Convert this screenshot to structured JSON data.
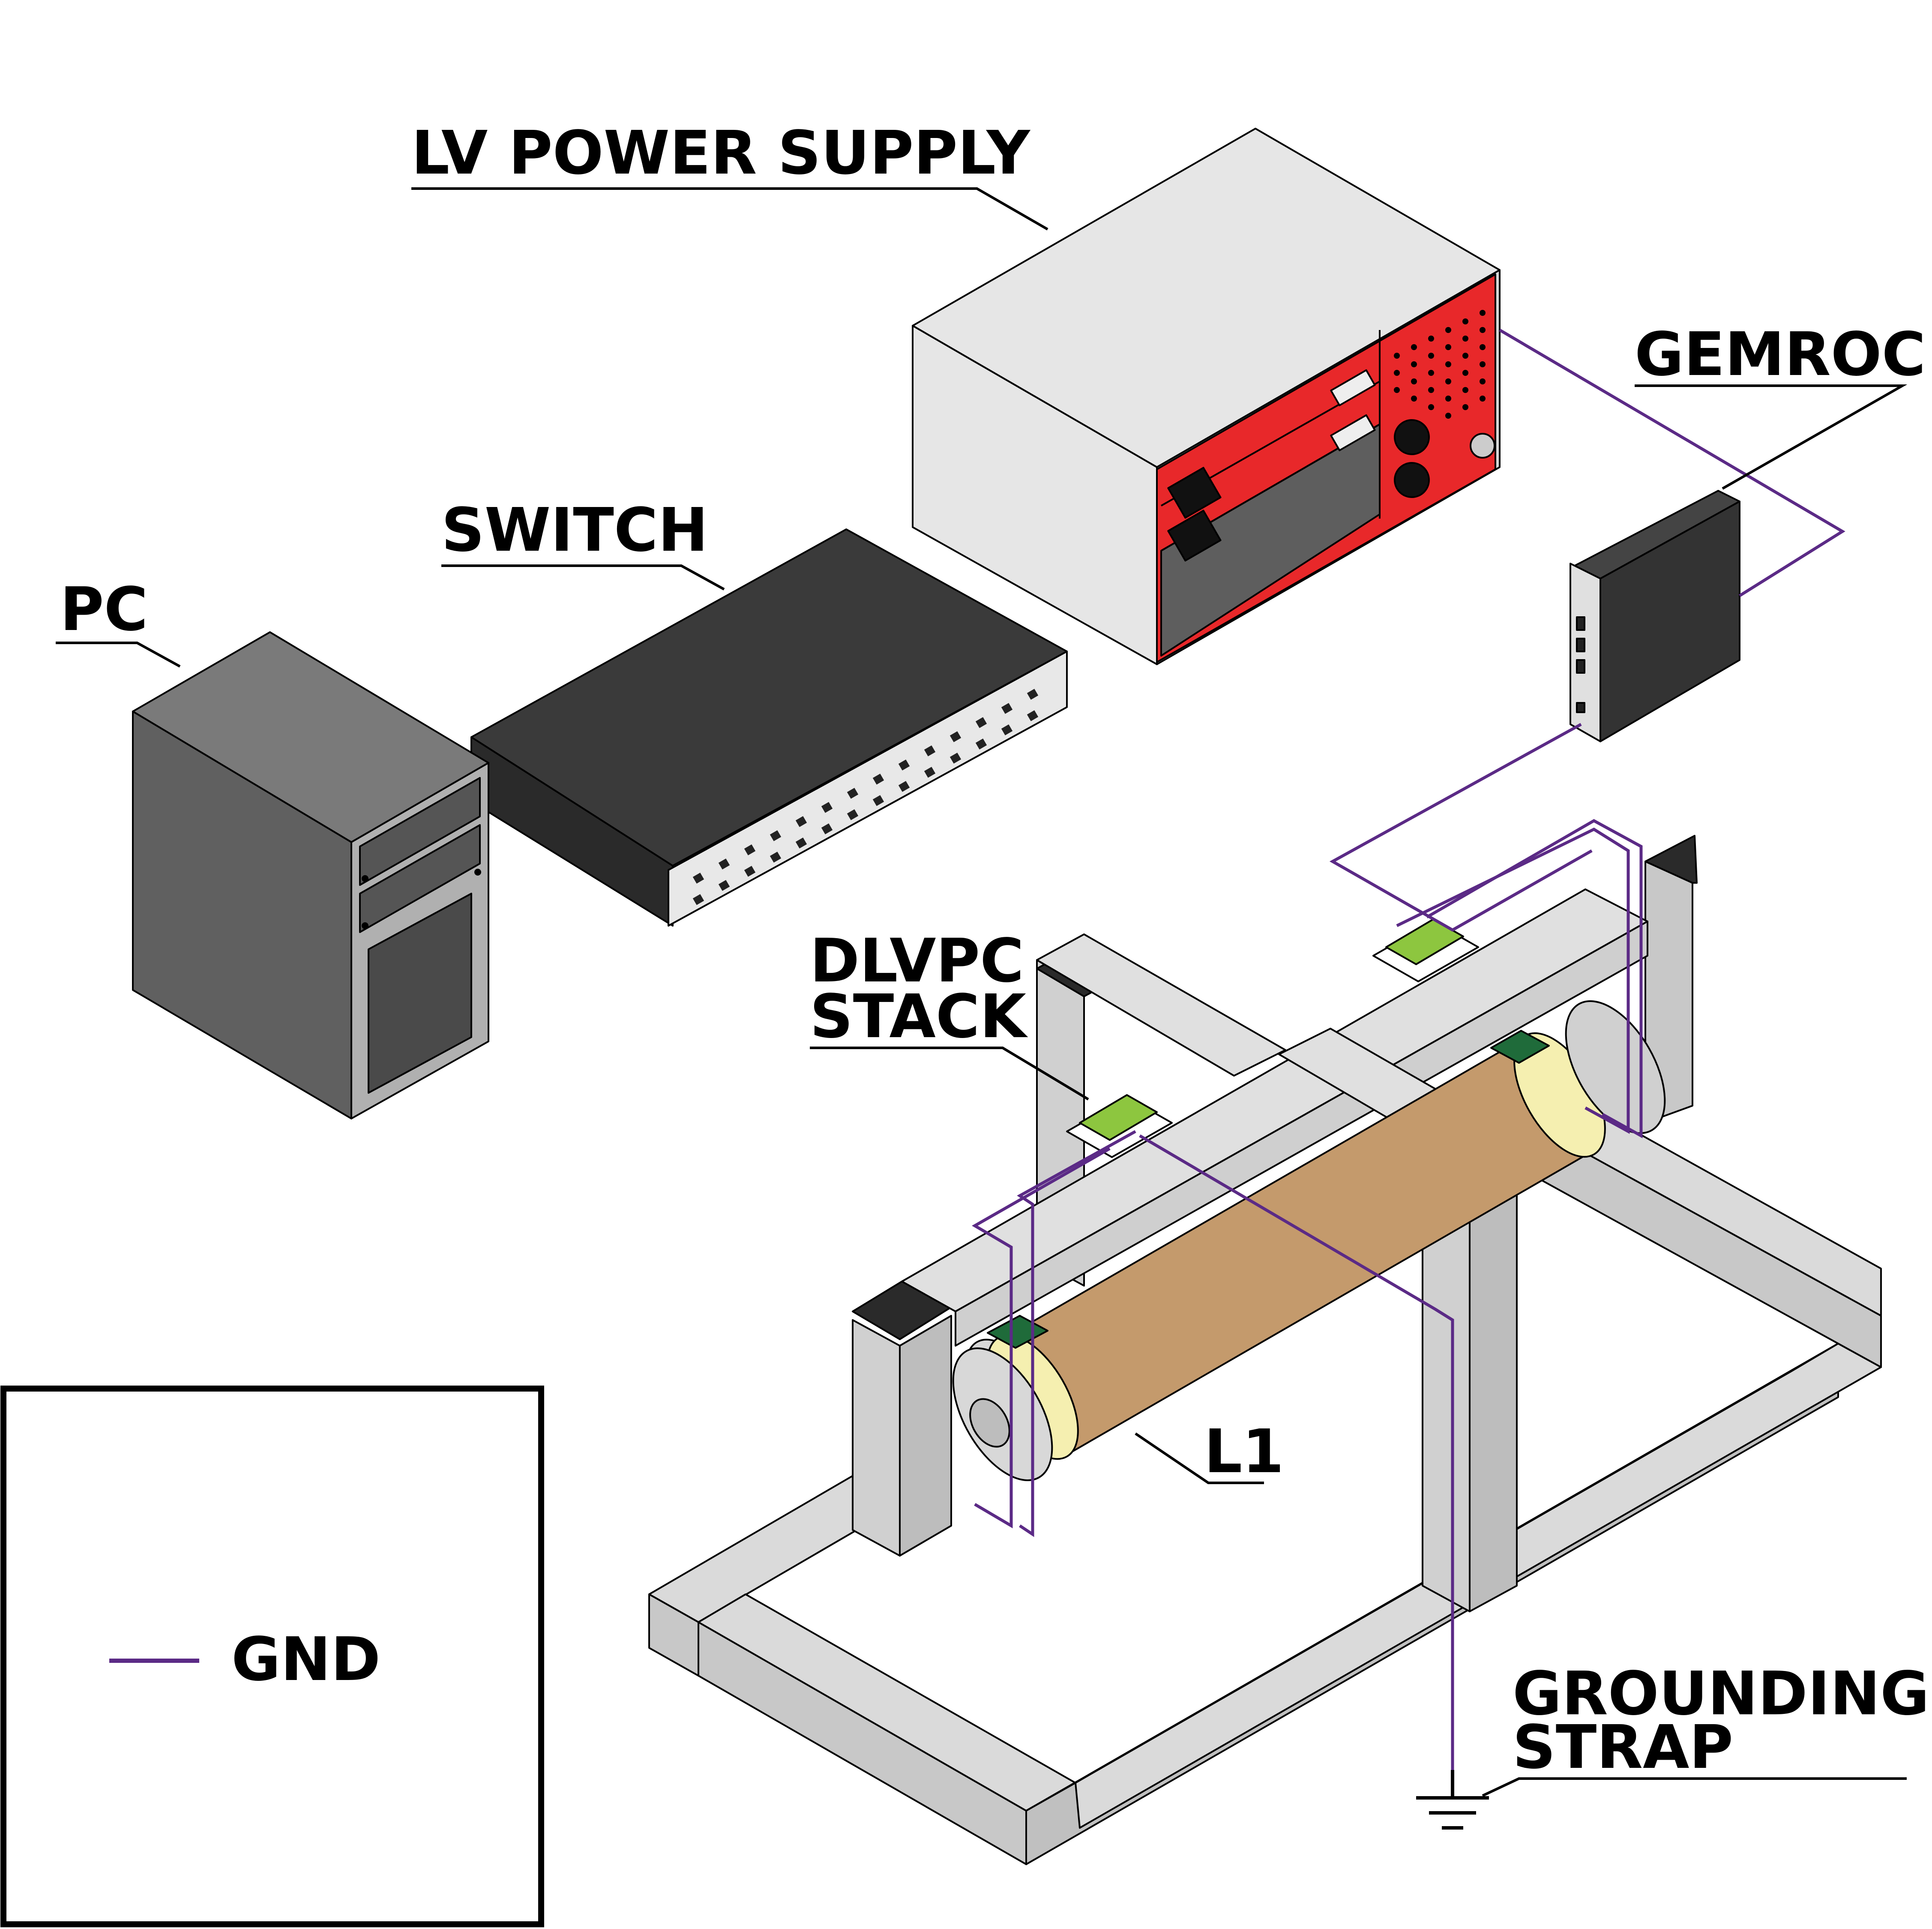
{
  "labels": {
    "lv_power_supply": "LV POWER SUPPLY",
    "gemroc": "GEMROC",
    "switch": "SWITCH",
    "pc": "PC",
    "dlvpc_line1": "DLVPC",
    "dlvpc_line2": "STACK",
    "l1": "L1",
    "grounding_line1": "GROUNDING",
    "grounding_line2": "STRAP"
  },
  "legend": {
    "items": [
      {
        "label": "GND",
        "color": "#5b2a86"
      }
    ]
  },
  "colors": {
    "gnd_wire": "#5b2a86",
    "psu_panel": "#e8282a",
    "frame": "#d4d4d4",
    "dark_device": "#333333",
    "pc_body": "#606060",
    "detector": "#c49a6c",
    "detector_ring": "#f5efb0",
    "board_light": "#8dc63f",
    "board_dark": "#1f6b3a"
  }
}
